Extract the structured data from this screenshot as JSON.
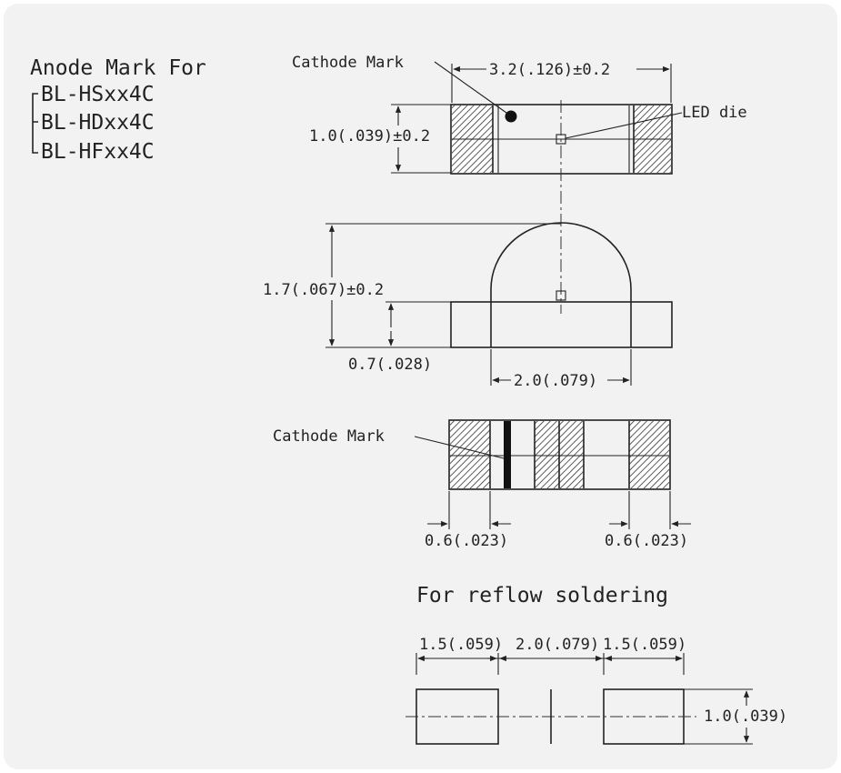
{
  "anode_mark": {
    "heading": "Anode Mark For",
    "models": [
      "BL-HSxx4C",
      "BL-HDxx4C",
      "BL-HFxx4C"
    ]
  },
  "labels": {
    "cathode_mark_top": "Cathode Mark",
    "led_die": "LED die",
    "cathode_mark_bottom": "Cathode Mark",
    "reflow_title": "For reflow soldering"
  },
  "dimensions": {
    "length": "3.2(.126)±0.2",
    "width": "1.0(.039)±0.2",
    "height": "1.7(.067)±0.2",
    "body_height": "0.7(.028)",
    "dome_width": "2.0(.079)",
    "terminal_left": "0.6(.023)",
    "terminal_right": "0.6(.023)",
    "pad_left": "1.5(.059)",
    "pad_gap": "2.0(.079)",
    "pad_right": "1.5(.059)",
    "pad_height": "1.0(.039)"
  },
  "colors": {
    "line": "#222222",
    "panel": "#f2f2f2"
  }
}
